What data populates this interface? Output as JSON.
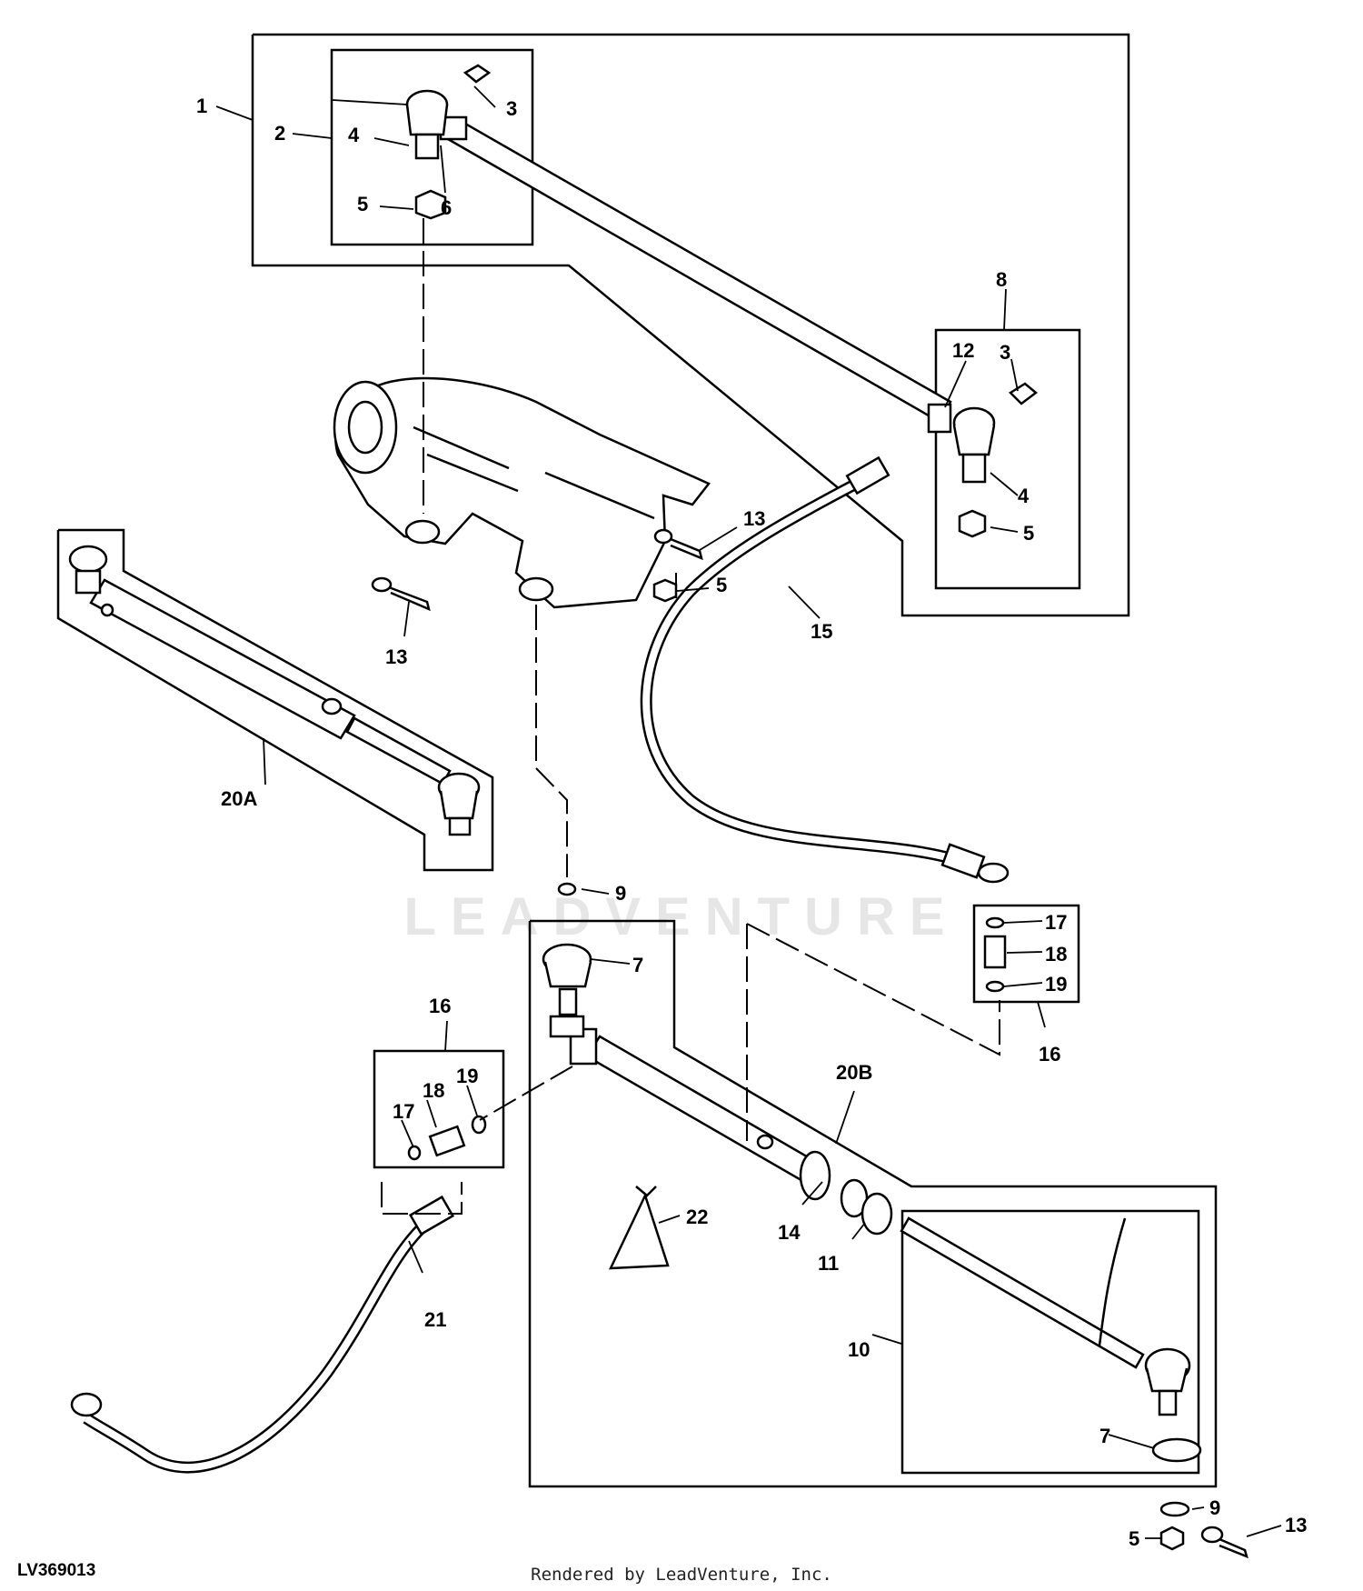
{
  "diagram": {
    "reference_code": "LV369013",
    "footer_text": "Rendered by LeadVenture, Inc.",
    "watermark_text": "LEADVENTURE",
    "callouts": {
      "c1": "1",
      "c2": "2",
      "c3a": "3",
      "c4a": "4",
      "c5a": "5",
      "c6": "6",
      "c8": "8",
      "c12": "12",
      "c3b": "3",
      "c4b": "4",
      "c5b": "5",
      "c13a": "13",
      "c5c": "5",
      "c15": "15",
      "c13b": "13",
      "c20a": "20A",
      "c9a": "9",
      "c7a": "7",
      "c17a": "17",
      "c18a": "18",
      "c19a": "19",
      "c16a": "16",
      "c16b": "16",
      "c19b": "19",
      "c18b": "18",
      "c17b": "17",
      "c20b": "20B",
      "c22": "22",
      "c14": "14",
      "c11": "11",
      "c21": "21",
      "c10": "10",
      "c7b": "7",
      "c9b": "9",
      "c5d": "5",
      "c13c": "13"
    }
  }
}
